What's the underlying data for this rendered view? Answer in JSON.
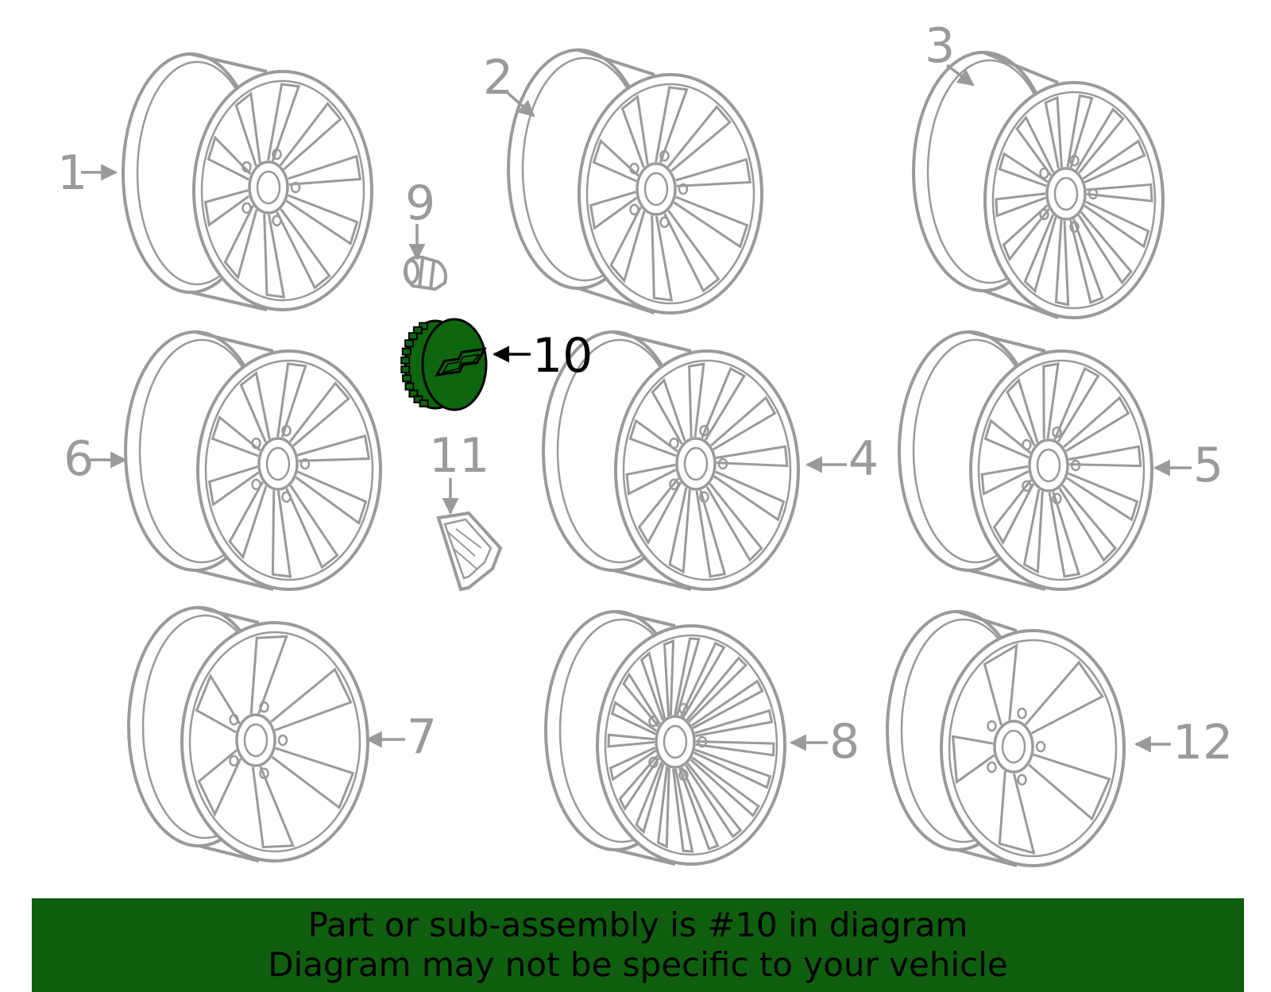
{
  "colors": {
    "part_outline": "#9a9a9a",
    "highlight_fill": "#0e660e",
    "highlight_outline": "#000000",
    "banner_background": "#0f5e0f"
  },
  "callouts": [
    {
      "id": "1",
      "label": "1"
    },
    {
      "id": "2",
      "label": "2"
    },
    {
      "id": "3",
      "label": "3"
    },
    {
      "id": "4",
      "label": "4"
    },
    {
      "id": "5",
      "label": "5"
    },
    {
      "id": "6",
      "label": "6"
    },
    {
      "id": "7",
      "label": "7"
    },
    {
      "id": "8",
      "label": "8"
    },
    {
      "id": "9",
      "label": "9"
    },
    {
      "id": "10",
      "label": "10",
      "highlighted": true
    },
    {
      "id": "11",
      "label": "11"
    },
    {
      "id": "12",
      "label": "12"
    }
  ],
  "banner": {
    "line1": "Part or sub-assembly is #10 in diagram",
    "line2": "Diagram may not be specific to your vehicle"
  }
}
